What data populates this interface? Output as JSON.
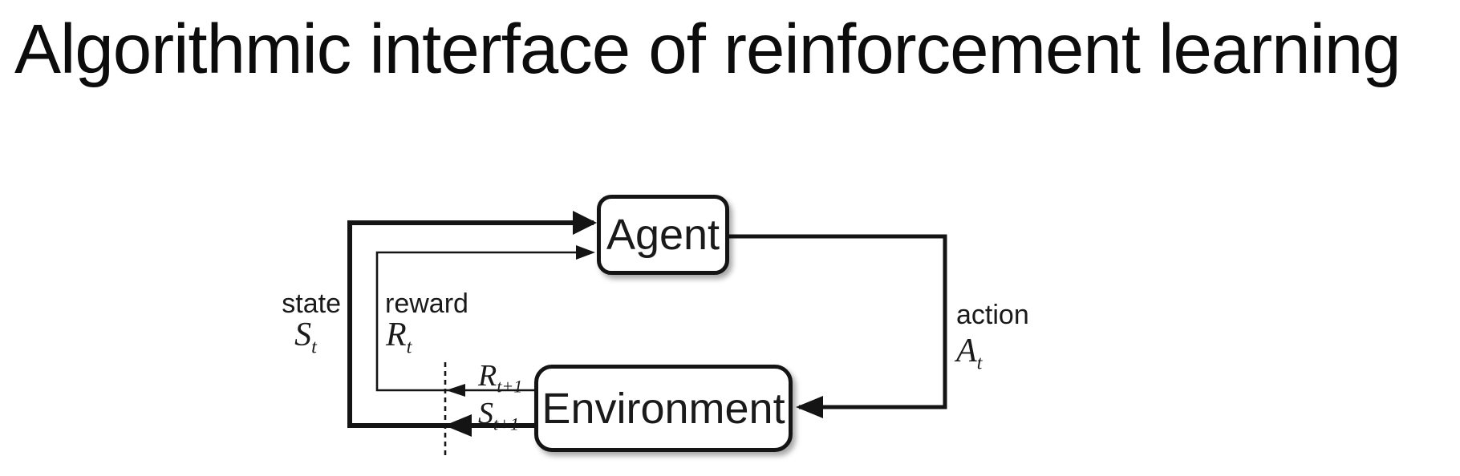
{
  "title": "Algorithmic interface of reinforcement learning",
  "diagram": {
    "nodes": {
      "agent": {
        "label": "Agent"
      },
      "environment": {
        "label": "Environment"
      }
    },
    "signals": {
      "state": {
        "word": "state",
        "symbol": "S",
        "subscript": "t"
      },
      "reward": {
        "word": "reward",
        "symbol": "R",
        "subscript": "t"
      },
      "action": {
        "word": "action",
        "symbol": "A",
        "subscript": "t"
      },
      "next_reward": {
        "symbol": "R",
        "subscript": "t+1"
      },
      "next_state": {
        "symbol": "S",
        "subscript": "t+1"
      }
    },
    "colors": {
      "line": "#141414",
      "text": "#1a1a1a",
      "background": "#ffffff"
    }
  }
}
